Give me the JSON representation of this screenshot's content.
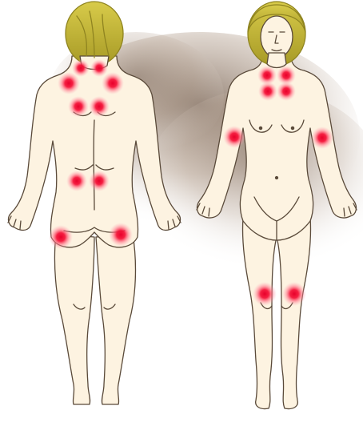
{
  "figures": [
    {
      "view": "back",
      "tender_points": [
        "upper-neck-left",
        "upper-neck-right",
        "upper-trapezius-left",
        "upper-trapezius-right",
        "supraspinatus-left",
        "supraspinatus-right",
        "gluteal-left",
        "gluteal-right",
        "greater-trochanter-left",
        "greater-trochanter-right"
      ]
    },
    {
      "view": "front",
      "tender_points": [
        "lower-neck-left",
        "lower-neck-right",
        "second-rib-left",
        "second-rib-right",
        "lateral-elbow-left",
        "lateral-elbow-right",
        "knee-left",
        "knee-right"
      ]
    }
  ],
  "tender_point_count": 18,
  "colors": {
    "skin": "#fdf3e1",
    "outline": "#5a4a3a",
    "hair": "#c8bb3c",
    "hair_shadow": "#8f8420",
    "tender_core": "#e8002a",
    "tender_halo": "#ff6f86",
    "backdrop": "#7b6656"
  }
}
